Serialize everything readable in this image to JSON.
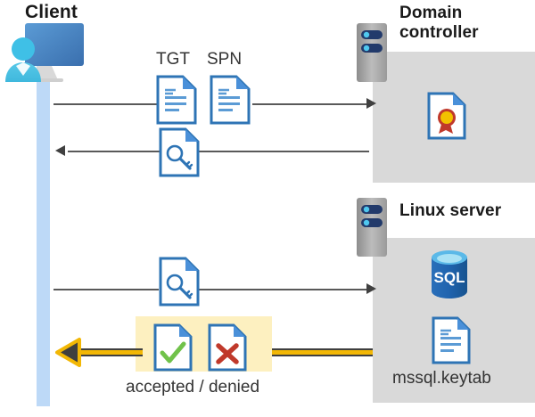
{
  "diagram": {
    "title_client": "Client",
    "title_domain_controller": "Domain controller",
    "title_linux_server": "Linux server",
    "caption_accepted_denied": "accepted / denied",
    "label_keytab": "mssql.keytab",
    "label_tgt": "TGT",
    "label_spn": "SPN",
    "label_sql": "SQL"
  },
  "icons": {
    "client": "user-monitor-icon",
    "server_rack": "server-rack-icon",
    "certificate": "certificate-document-icon",
    "database": "sql-database-icon",
    "keytab_document": "text-document-icon",
    "ticket_document": "text-document-icon",
    "key_document": "key-document-icon",
    "accepted_document": "check-document-icon",
    "denied_document": "cross-document-icon"
  },
  "flows": [
    {
      "id": "request-tgt-spn",
      "direction": "right",
      "from": "Client",
      "to": "Domain controller"
    },
    {
      "id": "issue-service-ticket",
      "direction": "left",
      "from": "Domain controller",
      "to": "Client"
    },
    {
      "id": "present-ticket",
      "direction": "right",
      "from": "Client",
      "to": "Linux server"
    },
    {
      "id": "auth-result",
      "direction": "left",
      "from": "Linux server",
      "to": "Client"
    }
  ],
  "colors": {
    "panel_gray": "#d9d9d9",
    "lifeline_blue": "#bdd9f7",
    "highlight_yellow": "#fdf0c0",
    "arrow_yellow": "#f2b705",
    "doc_blue": "#2e74b5",
    "accept_green": "#70c24a",
    "deny_red": "#c0392b",
    "sql_blue": "#1a5fa8",
    "line_gray": "#595959"
  }
}
